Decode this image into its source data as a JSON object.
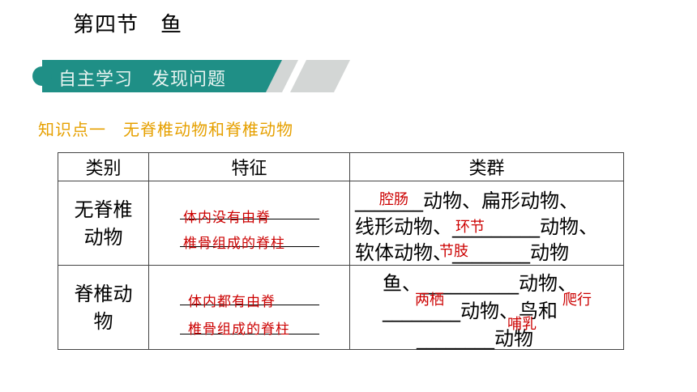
{
  "page": {
    "title": "第四节　鱼",
    "banner": "自主学习　发现问题",
    "knowledge_point": "知识点一　无脊椎动物和脊椎动物"
  },
  "table": {
    "headers": [
      "类别",
      "特征",
      "类群"
    ],
    "rows": [
      {
        "category": [
          "无脊椎",
          "动物"
        ],
        "feature_answer": [
          "体内没有由脊",
          "椎骨组成的脊柱"
        ],
        "groups_text": [
          "_______动物、扁形动物、",
          "线形动物、_________动物、",
          "软体动物、________动物"
        ],
        "answers": [
          "腔肠",
          "环节",
          "节肢"
        ]
      },
      {
        "category": [
          "脊椎动",
          "物"
        ],
        "feature_answer": [
          "体内都有由脊",
          "椎骨组成的脊柱"
        ],
        "groups_text": [
          "鱼、__________动物、",
          "________动物、鸟和",
          "________动物"
        ],
        "answers": [
          "两栖",
          "爬行",
          "哺乳"
        ]
      }
    ]
  },
  "colors": {
    "banner_teal": "#1f8f86",
    "knowledge_orange": "#e6a000",
    "answer_red": "#cc0000"
  }
}
